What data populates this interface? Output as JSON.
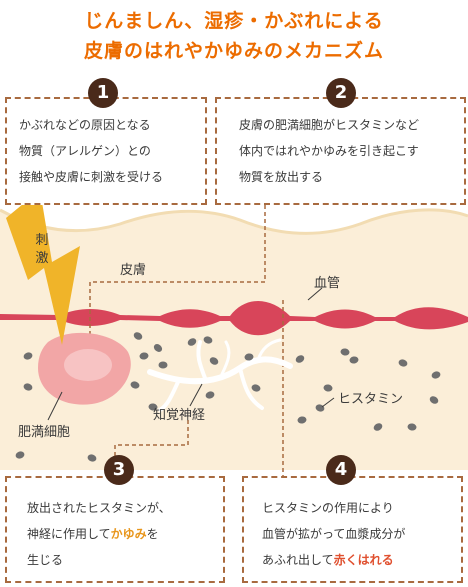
{
  "title": {
    "line1": "じんましん、湿疹・かぶれによる",
    "line2": "皮膚のはれやかゆみのメカニズム"
  },
  "steps": [
    {
      "number": "1",
      "lines": [
        "かぶれなどの原因となる",
        "物質（アレルゲン）との",
        "接触や皮膚に刺激を受ける"
      ]
    },
    {
      "number": "2",
      "lines": [
        "皮膚の肥満細胞がヒスタミンなど",
        "体内ではれやかゆみを引き起こす",
        "物質を放出する"
      ]
    },
    {
      "number": "3",
      "line1": "放出されたヒスタミンが、",
      "line2_pre": "神経に作用して",
      "line2_highlight": "かゆみ",
      "line2_post": "を",
      "line3": "生じる"
    },
    {
      "number": "4",
      "line1": "ヒスタミンの作用により",
      "line2": "血管が拡がって血漿成分が",
      "line3_pre": "あふれ出して",
      "line3_highlight": "赤くはれる"
    }
  ],
  "labels": {
    "stimulus": "刺激",
    "skin": "皮膚",
    "blood_vessel": "血管",
    "mast_cell": "肥満細胞",
    "sensory_nerve": "知覚神経",
    "histamine": "ヒスタミン"
  },
  "colors": {
    "title": "#ec6c00",
    "number_badge": "#4a2a1a",
    "dashed_border": "#a86a3f",
    "skin_fill": "#fbeed8",
    "skin_edge": "#f2dcb2",
    "blood_vessel": "#d8455a",
    "mast_cell": "#f2a6a6",
    "lightning": "#f0b429",
    "histamine_dot": "#6f6f6f",
    "highlight_itch": "#e8961c",
    "highlight_red": "#e0502f"
  }
}
